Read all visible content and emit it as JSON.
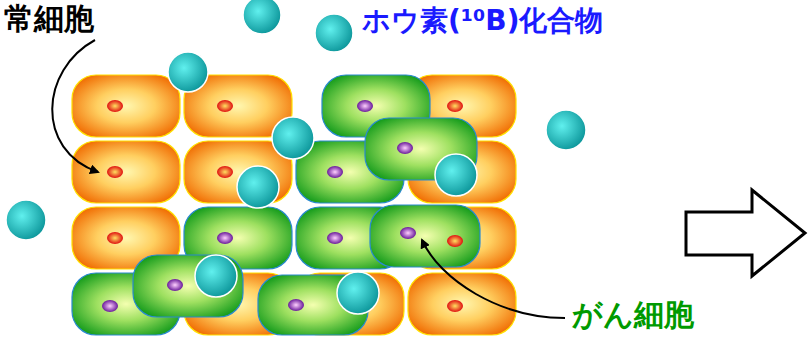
{
  "diagram": {
    "labels": [
      "常細胞",
      "ホウ素(¹⁰B)化合物",
      "がん細胞"
    ]
  }
}
